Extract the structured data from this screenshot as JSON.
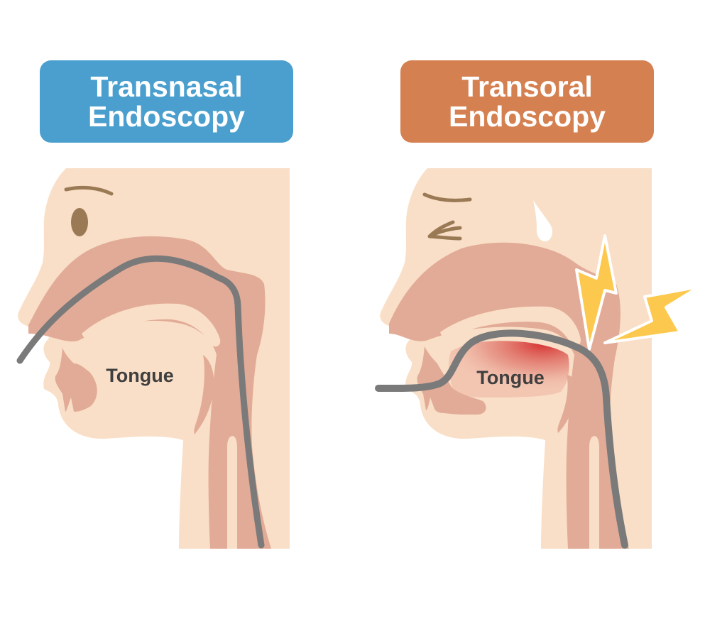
{
  "colors": {
    "transnasal_header": "#4a9fce",
    "transoral_header": "#d58050",
    "skin": "#f9dfc7",
    "tissue": "#e2ab97",
    "scope": "#7a7a7a",
    "feature_brown": "#9a7a55",
    "lightning": "#fcc94e",
    "pain_red": "#d42a2a",
    "label_text": "#3f3f3f"
  },
  "panels": [
    {
      "id": "transnasal",
      "title_line1": "Transnasal",
      "title_line2": "Endoscopy",
      "tongue_label": "Tongue",
      "expression": "neutral",
      "scope_route": "nose"
    },
    {
      "id": "transoral",
      "title_line1": "Transoral",
      "title_line2": "Endoscopy",
      "tongue_label": "Tongue",
      "expression": "discomfort",
      "scope_route": "mouth",
      "icons": [
        "sweat-drop-icon",
        "lightning-bolt-icon",
        "lightning-bolt-icon"
      ]
    }
  ]
}
